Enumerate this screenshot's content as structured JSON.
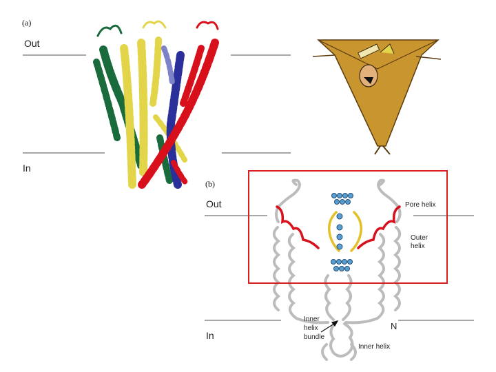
{
  "panel_a": {
    "label": "(a)",
    "out_label": "Out",
    "in_label": "In"
  },
  "panel_b": {
    "label": "(b)",
    "out_label": "Out",
    "in_label": "In",
    "pore_helix": "Pore helix",
    "outer_helix_1": "Outer",
    "outer_helix_2": "helix",
    "inner_bundle_1": "Inner",
    "inner_bundle_2": "helix",
    "inner_bundle_3": "bundle",
    "n_terminus": "N",
    "inner_helix": "Inner helix"
  },
  "colors": {
    "green": "#1a6b3c",
    "yellow": "#e3d54a",
    "blue": "#2a2f9a",
    "red": "#d8101c",
    "highlight_box": "#d81e1e",
    "cartoon_tan": "#c9952f",
    "ribbon_gray": "#bcbcbc"
  },
  "icons": {
    "cartoon": "funnel-character-illustration"
  }
}
